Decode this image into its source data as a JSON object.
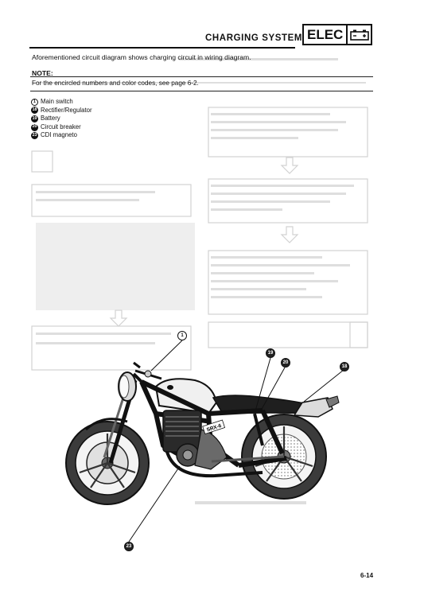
{
  "header": {
    "title": "CHARGING SYSTEM",
    "section_label": "ELEC",
    "section_icon": "battery-icon"
  },
  "intro_text": "Aforementioned circuit diagram shows charging circuit in wiring diagram.",
  "note": {
    "label": "NOTE:",
    "text": "For the encircled numbers and color codes, see page 6-2."
  },
  "legend": [
    {
      "num": "1",
      "label": "Main switch",
      "filled": false
    },
    {
      "num": "18",
      "label": "Rectifier/Regulator",
      "filled": true
    },
    {
      "num": "19",
      "label": "Battery",
      "filled": true
    },
    {
      "num": "20",
      "label": "Circuit breaker",
      "filled": true
    },
    {
      "num": "23",
      "label": "CDI magneto",
      "filled": true
    }
  ],
  "callouts": [
    {
      "num": "1",
      "filled": false
    },
    {
      "num": "19",
      "filled": true
    },
    {
      "num": "20",
      "filled": true
    },
    {
      "num": "18",
      "filled": true
    },
    {
      "num": "23",
      "filled": true
    }
  ],
  "figure": {
    "subject": "motorcycle-side-view",
    "badge_text": "SRX-6"
  },
  "page_number": "6-14",
  "colors": {
    "ink": "#111111",
    "ghost": "#c9c9c9"
  }
}
